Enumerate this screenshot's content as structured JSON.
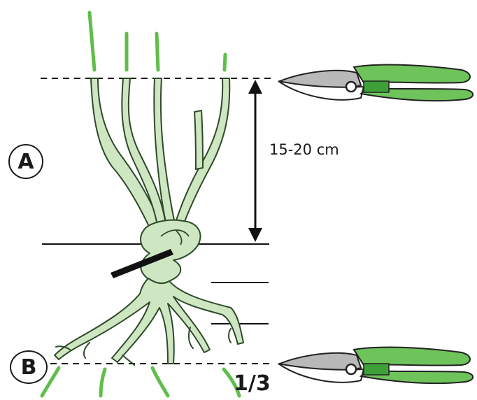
{
  "labels": {
    "marker_a": "A",
    "marker_b": "B",
    "distance": "15-20 cm",
    "fraction": "1/3"
  },
  "colors": {
    "plant_fill": "#cfe6c3",
    "plant_outline": "#2f4a2a",
    "tip_green": "#5fbe4a",
    "shear_handle": "#6ec35a",
    "shear_blade": "#b9b9b9",
    "line": "#111111"
  },
  "icons": {
    "upper_shears": "pruning-shears-icon",
    "lower_shears": "pruning-shears-icon"
  }
}
